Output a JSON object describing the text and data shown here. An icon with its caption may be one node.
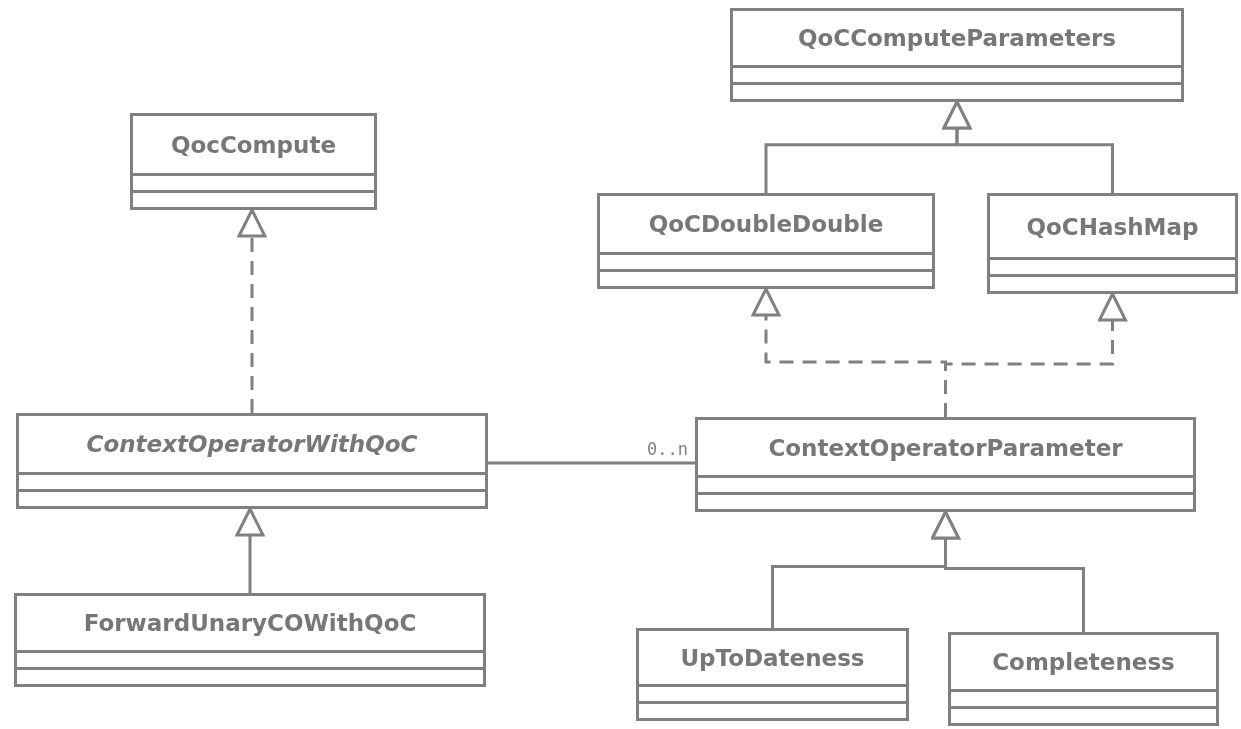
{
  "diagram": {
    "nodes": [
      {
        "text": [
          "QoCComputeParameters"
        ]
      },
      {
        "text": [
          "QocCompute"
        ]
      },
      {
        "text": [
          "QoCDoubleDouble"
        ]
      },
      {
        "text": [
          "QoCHashMap"
        ]
      },
      {
        "text": [
          "ContextOperatorWithQoC"
        ]
      },
      {
        "text": [
          "ContextOperatorParameter"
        ]
      },
      {
        "text": [
          "ForwardUnaryCOWithQoC"
        ]
      },
      {
        "text": [
          "UpToDateness"
        ]
      },
      {
        "text": [
          "Completeness"
        ]
      }
    ],
    "edges": [
      {
        "from": 2,
        "to": 0,
        "arrow": "to"
      },
      {
        "from": 3,
        "to": 0,
        "arrow": "to"
      },
      {
        "from": 4,
        "to": 1,
        "arrow": "to",
        "style": "dashed"
      },
      {
        "from": 5,
        "to": 2,
        "arrow": "to",
        "style": "dashed"
      },
      {
        "from": 5,
        "to": 3,
        "arrow": "to",
        "style": "dashed"
      },
      {
        "from": 4,
        "to": 5,
        "arrow": "none",
        "label": "0..n"
      },
      {
        "from": 6,
        "to": 4,
        "arrow": "to"
      },
      {
        "from": 7,
        "to": 5,
        "arrow": "to"
      },
      {
        "from": 8,
        "to": 5,
        "arrow": "to"
      }
    ]
  }
}
